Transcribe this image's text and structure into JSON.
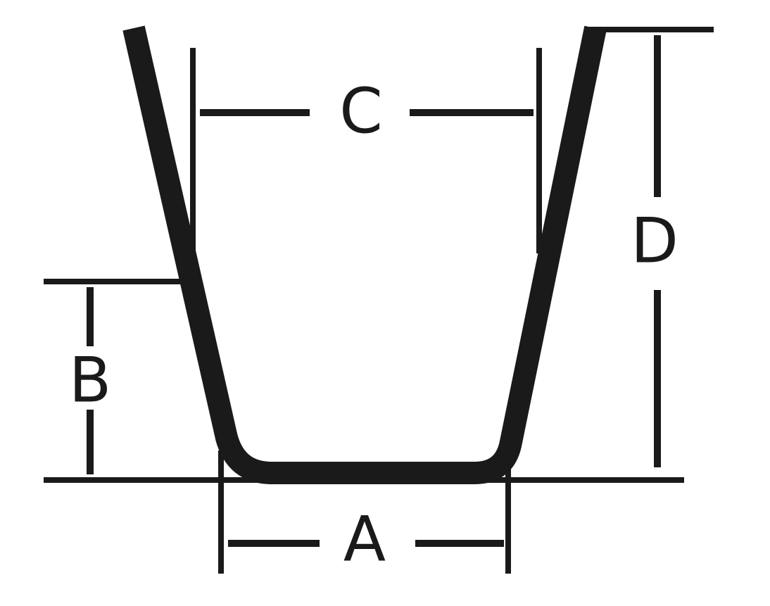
{
  "diagram": {
    "labels": {
      "a": "A",
      "b": "B",
      "c": "C",
      "d": "D"
    },
    "colors": {
      "ink": "#1a1a1a",
      "background": "#ffffff"
    }
  }
}
